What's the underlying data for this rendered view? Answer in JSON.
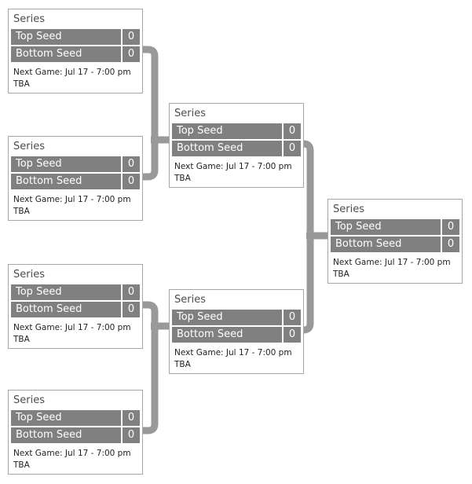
{
  "bracket": {
    "matches": [
      {
        "id": "round1-game1",
        "title": "Series",
        "top_seed": {
          "label": "Top Seed",
          "score": "0"
        },
        "bottom_seed": {
          "label": "Bottom Seed",
          "score": "0"
        },
        "next_game": "Next Game: Jul 17 - 7:00 pm",
        "status": "TBA"
      },
      {
        "id": "round1-game2",
        "title": "Series",
        "top_seed": {
          "label": "Top Seed",
          "score": "0"
        },
        "bottom_seed": {
          "label": "Bottom Seed",
          "score": "0"
        },
        "next_game": "Next Game: Jul 17 - 7:00 pm",
        "status": "TBA"
      },
      {
        "id": "round1-game3",
        "title": "Series",
        "top_seed": {
          "label": "Top Seed",
          "score": "0"
        },
        "bottom_seed": {
          "label": "Bottom Seed",
          "score": "0"
        },
        "next_game": "Next Game: Jul 17 - 7:00 pm",
        "status": "TBA"
      },
      {
        "id": "round1-game4",
        "title": "Series",
        "top_seed": {
          "label": "Top Seed",
          "score": "0"
        },
        "bottom_seed": {
          "label": "Bottom Seed",
          "score": "0"
        },
        "next_game": "Next Game: Jul 17 - 7:00 pm",
        "status": "TBA"
      },
      {
        "id": "semifinal-game1",
        "title": "Series",
        "top_seed": {
          "label": "Top Seed",
          "score": "0"
        },
        "bottom_seed": {
          "label": "Bottom Seed",
          "score": "0"
        },
        "next_game": "Next Game: Jul 17 - 7:00 pm",
        "status": "TBA"
      },
      {
        "id": "semifinal-game2",
        "title": "Series",
        "top_seed": {
          "label": "Top Seed",
          "score": "0"
        },
        "bottom_seed": {
          "label": "Bottom Seed",
          "score": "0"
        },
        "next_game": "Next Game: Jul 17 - 7:00 pm",
        "status": "TBA"
      },
      {
        "id": "final-game",
        "title": "Series",
        "top_seed": {
          "label": "Top Seed",
          "score": "0"
        },
        "bottom_seed": {
          "label": "Bottom Seed",
          "score": "0"
        },
        "next_game": "Next Game: Jul 17 - 7:00 pm",
        "status": "TBA"
      }
    ],
    "colors": {
      "seed_row_bg": "#808080",
      "seed_text": "#ffffff",
      "connector": "#999999",
      "box_border": "#a6a6a6",
      "title_text": "#4d4d4d",
      "footer_text": "#222222"
    }
  }
}
